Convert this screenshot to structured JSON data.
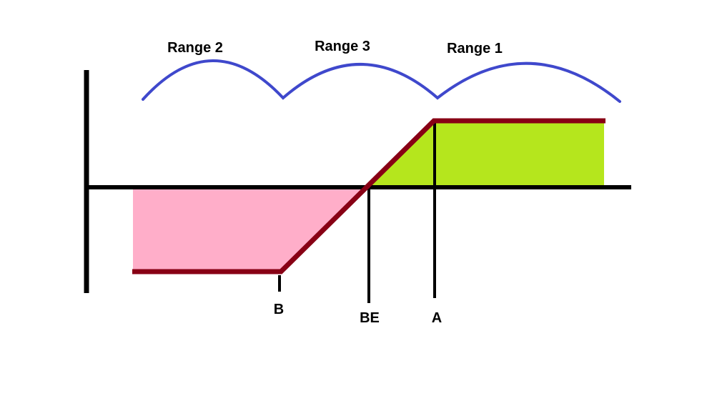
{
  "figure": {
    "type": "option-payoff-diagram",
    "background": "#ffffff",
    "colors": {
      "axis": "#000000",
      "payoff_line": "#880015",
      "loss_fill": "#ffaec9",
      "profit_fill": "#b5e61d",
      "range_brace": "#3f48cc",
      "text": "#000000"
    },
    "range_labels": [
      {
        "text": "Range 2"
      },
      {
        "text": "Range 3"
      },
      {
        "text": "Range 1"
      }
    ],
    "point_labels": [
      {
        "text": "B"
      },
      {
        "text": "BE"
      },
      {
        "text": "A"
      }
    ]
  }
}
